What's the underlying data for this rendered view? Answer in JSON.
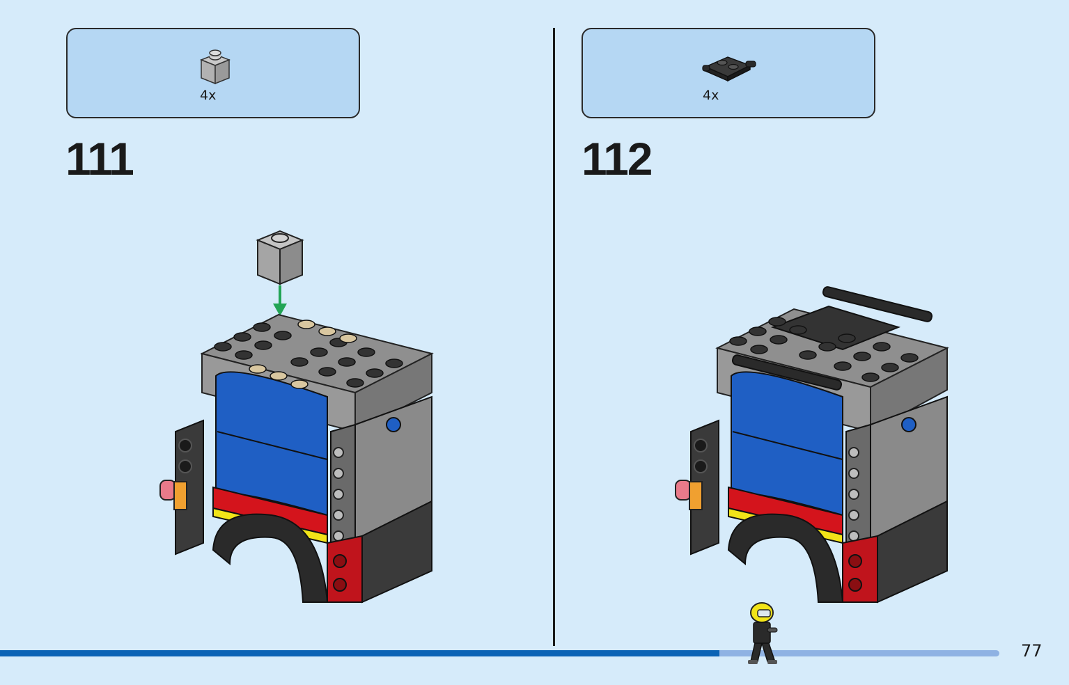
{
  "steps": [
    {
      "number": "111",
      "parts": [
        {
          "qty": "4x",
          "part_name": "light-gray-brick-1x1-icon",
          "color": "#a8a8a8"
        }
      ]
    },
    {
      "number": "112",
      "parts": [
        {
          "qty": "4x",
          "part_name": "black-plate-with-bar-handles-icon",
          "color": "#2b2b2b"
        }
      ]
    }
  ],
  "progress": {
    "fraction": 0.72
  },
  "page_number": "77",
  "colors": {
    "background": "#d6ebfa",
    "parts_box": "#b5d7f3",
    "progress_fill": "#0b63b5",
    "progress_track": "#8fb2e3",
    "brick_blue": "#1f5fc4",
    "brick_red": "#d4141c",
    "brick_gray": "#8f8f8f",
    "brick_black": "#2a2a2a",
    "brick_tan": "#d9c7a0"
  }
}
